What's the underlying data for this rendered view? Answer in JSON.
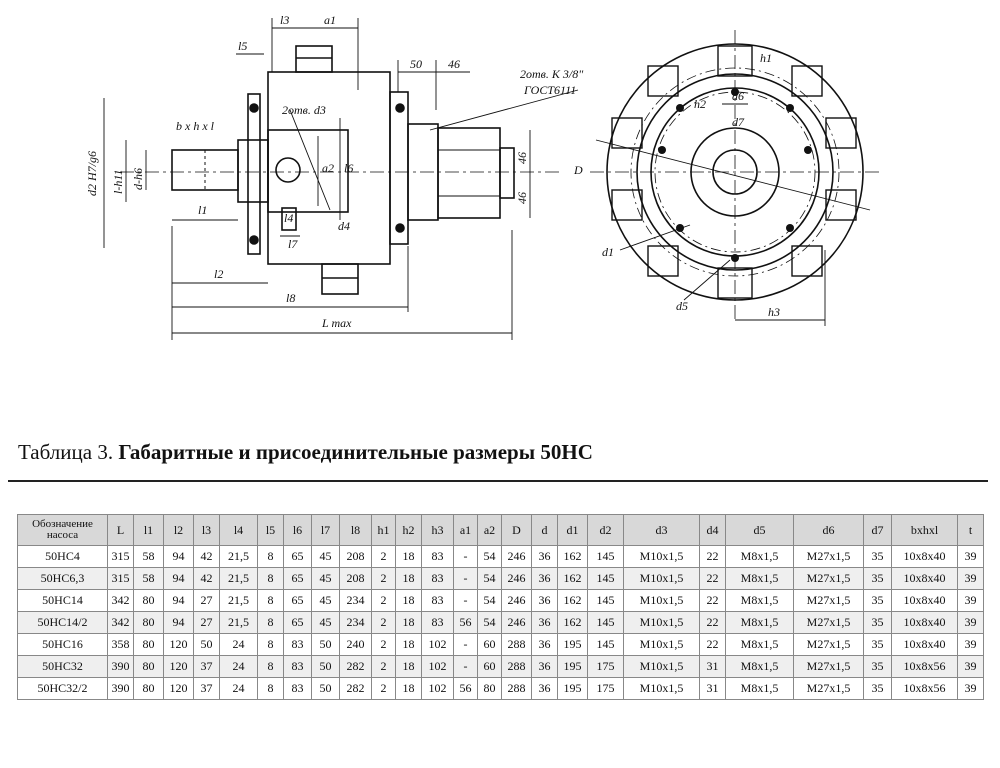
{
  "drawing": {
    "labels": {
      "l3": "l3",
      "a1": "a1",
      "l5": "l5",
      "h50": "50",
      "h46": "46",
      "ports": "2отв. K 3/8\"",
      "gost": "ГОСТ6111",
      "holes_d3": "2отв. d3",
      "bhl": "b x h x l",
      "d2": "d2 H7/g6",
      "lh11": "l-h11",
      "dh6": "d-h6",
      "l1": "l1",
      "a2": "a2",
      "l6": "l6",
      "l4": "l4",
      "d4": "d4",
      "l7": "l7",
      "l2": "l2",
      "l8": "l8",
      "lmax": "L max",
      "v46a": "46",
      "v46b": "46",
      "D": "D",
      "h1": "h1",
      "h2": "h2",
      "d6": "d6",
      "d7": "d7",
      "d1": "d1",
      "d5": "d5",
      "h3": "h3"
    }
  },
  "caption": {
    "lead": "Таблица 3. ",
    "title": "Габаритные и присоединительные размеры 50НС"
  },
  "table": {
    "headers": [
      "Обозначение насоса",
      "L",
      "l1",
      "l2",
      "l3",
      "l4",
      "l5",
      "l6",
      "l7",
      "l8",
      "h1",
      "h2",
      "h3",
      "a1",
      "a2",
      "D",
      "d",
      "d1",
      "d2",
      "d3",
      "d4",
      "d5",
      "d6",
      "d7",
      "bxhxl",
      "t"
    ],
    "rows": [
      [
        "50НС4",
        "315",
        "58",
        "94",
        "42",
        "21,5",
        "8",
        "65",
        "45",
        "208",
        "2",
        "18",
        "83",
        "-",
        "54",
        "246",
        "36",
        "162",
        "145",
        "М10х1,5",
        "22",
        "М8х1,5",
        "М27х1,5",
        "35",
        "10х8х40",
        "39"
      ],
      [
        "50НС6,3",
        "315",
        "58",
        "94",
        "42",
        "21,5",
        "8",
        "65",
        "45",
        "208",
        "2",
        "18",
        "83",
        "-",
        "54",
        "246",
        "36",
        "162",
        "145",
        "М10х1,5",
        "22",
        "М8х1,5",
        "М27х1,5",
        "35",
        "10х8х40",
        "39"
      ],
      [
        "50НС14",
        "342",
        "80",
        "94",
        "27",
        "21,5",
        "8",
        "65",
        "45",
        "234",
        "2",
        "18",
        "83",
        "-",
        "54",
        "246",
        "36",
        "162",
        "145",
        "М10х1,5",
        "22",
        "М8х1,5",
        "М27х1,5",
        "35",
        "10х8х40",
        "39"
      ],
      [
        "50НС14/2",
        "342",
        "80",
        "94",
        "27",
        "21,5",
        "8",
        "65",
        "45",
        "234",
        "2",
        "18",
        "83",
        "56",
        "54",
        "246",
        "36",
        "162",
        "145",
        "М10х1,5",
        "22",
        "М8х1,5",
        "М27х1,5",
        "35",
        "10х8х40",
        "39"
      ],
      [
        "50НС16",
        "358",
        "80",
        "120",
        "50",
        "24",
        "8",
        "83",
        "50",
        "240",
        "2",
        "18",
        "102",
        "-",
        "60",
        "288",
        "36",
        "195",
        "145",
        "М10х1,5",
        "22",
        "М8х1,5",
        "М27х1,5",
        "35",
        "10х8х40",
        "39"
      ],
      [
        "50НС32",
        "390",
        "80",
        "120",
        "37",
        "24",
        "8",
        "83",
        "50",
        "282",
        "2",
        "18",
        "102",
        "-",
        "60",
        "288",
        "36",
        "195",
        "175",
        "М10х1,5",
        "31",
        "М8х1,5",
        "М27х1,5",
        "35",
        "10х8х56",
        "39"
      ],
      [
        "50НС32/2",
        "390",
        "80",
        "120",
        "37",
        "24",
        "8",
        "83",
        "50",
        "282",
        "2",
        "18",
        "102",
        "56",
        "80",
        "288",
        "36",
        "195",
        "175",
        "М10х1,5",
        "31",
        "М8х1,5",
        "М27х1,5",
        "35",
        "10х8х56",
        "39"
      ]
    ]
  }
}
